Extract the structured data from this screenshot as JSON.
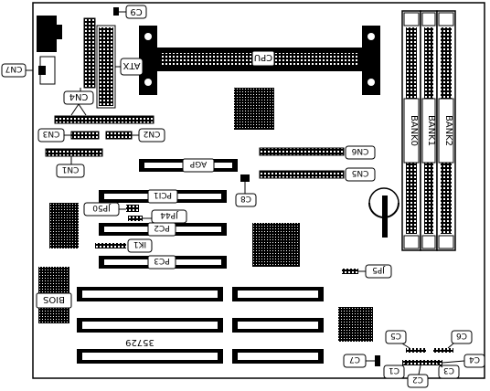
{
  "labels": {
    "c9": "C9",
    "cn7": "CN7",
    "cn4": "CN4",
    "atx": "ATX",
    "cpu": "CPU",
    "cn3": "CN3",
    "cn2": "CN2",
    "cn1": "CN1",
    "agp": "AGP",
    "cn6": "CN6",
    "cn5": "CN5",
    "pci1": "PCI1",
    "c8": "C8",
    "jp50": "JP50",
    "jp44": "JP44",
    "pc2": "PC2",
    "ik1": "IK1",
    "pc3": "PC3",
    "jp5": "JP5",
    "bios": "BIOS",
    "board_no": "35729",
    "c5": "C5",
    "c6": "C6",
    "c7": "C7",
    "c1": "C1",
    "c2": "C2",
    "c3": "C3",
    "c4": "C4",
    "bank0": "BANK0",
    "bank1": "BANK1",
    "bank2": "BANK2"
  },
  "colors": {
    "ink": "#000000",
    "paper": "#ffffff",
    "gray": "#7a7a7a"
  }
}
